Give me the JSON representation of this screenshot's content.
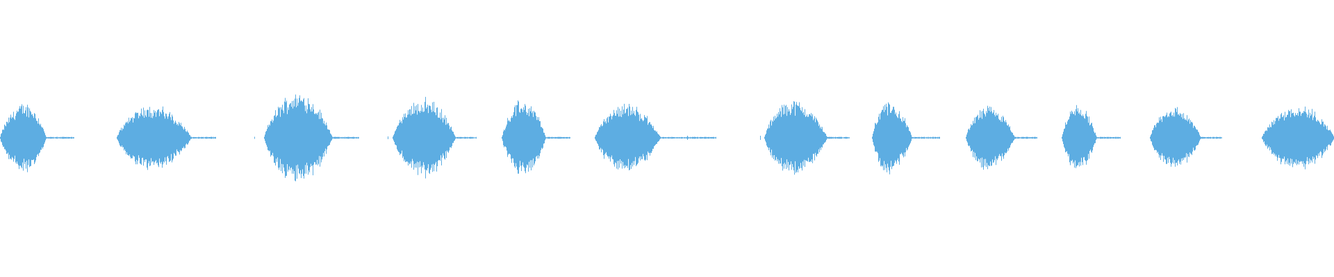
{
  "waveform": {
    "color": "#5DADE2",
    "background": "#FFFFFF",
    "segments": [
      {
        "id": "segment-1",
        "peak": 0.22
      },
      {
        "id": "segment-2",
        "peak": 0.21
      },
      {
        "id": "segment-3",
        "peak": 0.29
      },
      {
        "id": "segment-4",
        "peak": 0.25
      },
      {
        "id": "segment-5",
        "peak": 0.24
      },
      {
        "id": "segment-6",
        "peak": 0.22
      },
      {
        "id": "segment-7",
        "peak": 0.24
      },
      {
        "id": "segment-8",
        "peak": 0.23
      },
      {
        "id": "segment-9",
        "peak": 0.2
      },
      {
        "id": "segment-10",
        "peak": 0.21
      },
      {
        "id": "segment-11",
        "peak": 0.2
      },
      {
        "id": "segment-12",
        "peak": 0.21
      }
    ]
  }
}
